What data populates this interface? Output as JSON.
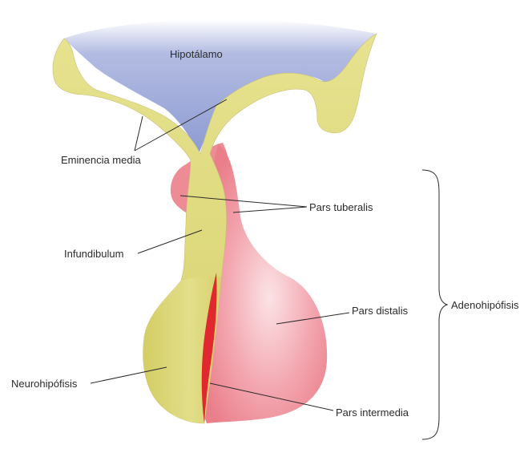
{
  "colors": {
    "hypothalamus": "#9aa6d6",
    "neurohypophysis": "#dcd879",
    "adenohypophysis": "#ee8c96",
    "pars_intermedia": "#e0282e",
    "outline": "#c9c07a",
    "text": "#2b2b2b"
  },
  "labels": {
    "hypothalamus": "Hipotálamo",
    "median_eminence": "Eminencia media",
    "pars_tuberalis": "Pars tuberalis",
    "infundibulum": "Infundibulum",
    "adenohypophysis": "Adenohipófisis",
    "pars_distalis": "Pars distalis",
    "neurohypophysis": "Neurohipófisis",
    "pars_intermedia": "Pars intermedia"
  }
}
